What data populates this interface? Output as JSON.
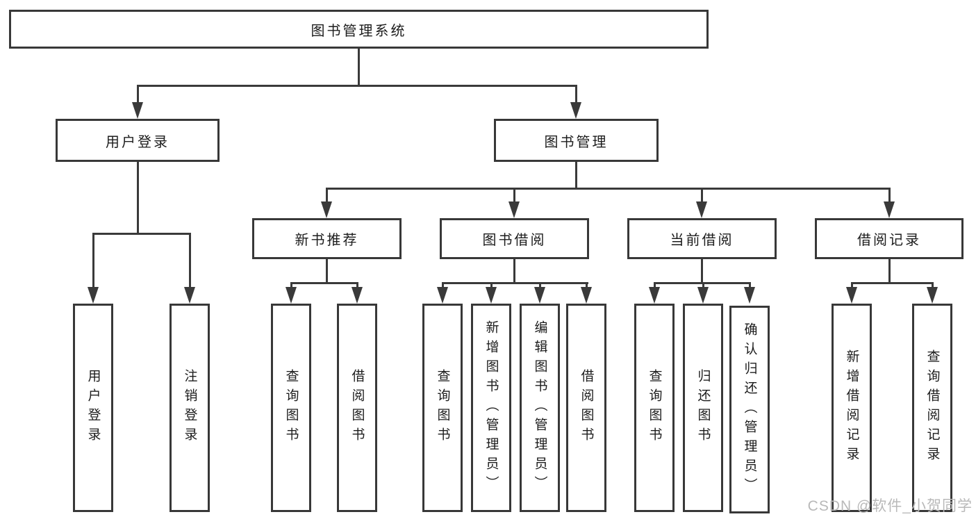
{
  "nodes": {
    "root": "图书管理系统",
    "user_login": "用户登录",
    "book_management": "图书管理",
    "new_book_recommend": "新书推荐",
    "book_borrow": "图书借阅",
    "current_borrow": "当前借阅",
    "borrow_record": "借阅记录",
    "leaf_user_login": "用户登录",
    "leaf_logout": "注销登录",
    "leaf_rec_query_books": "查询图书",
    "leaf_rec_borrow_books": "借阅图书",
    "leaf_bb_query_books": "查询图书",
    "leaf_bb_add_books": "新增图书（管理员）",
    "leaf_bb_edit_books": "编辑图书（管理员）",
    "leaf_bb_borrow_books": "借阅图书",
    "leaf_cb_query_books": "查询图书",
    "leaf_cb_return_books": "归还图书",
    "leaf_cb_confirm_return": "确认归还（管理员）",
    "leaf_br_add_record": "新增借阅记录",
    "leaf_br_query_record": "查询借阅记录"
  },
  "watermark": "CSDN @软件_小贺同学",
  "colors": {
    "line": "#3a3a3a",
    "border": "#383838",
    "text": "#1c1c1c",
    "watermark": "#b9b9b9",
    "background": "#ffffff"
  }
}
